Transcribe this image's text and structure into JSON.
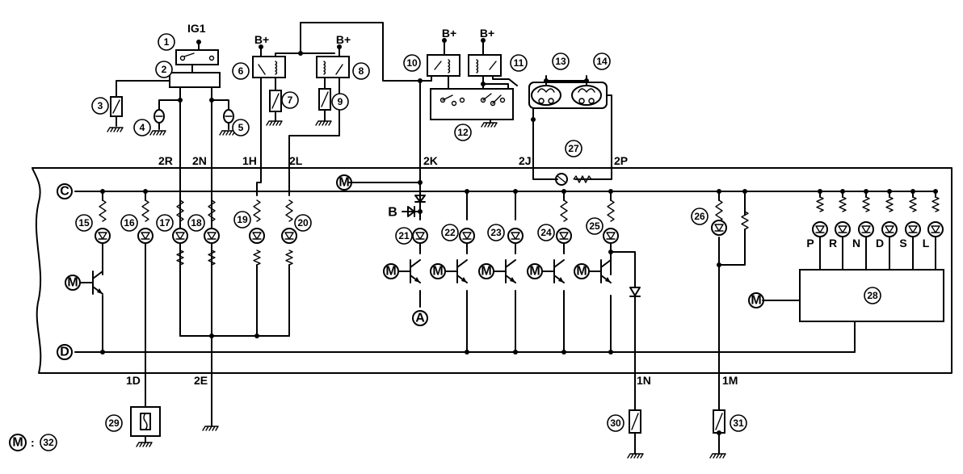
{
  "labels": {
    "ig1": "IG1",
    "bplus": "B+",
    "b": "B",
    "m": "M",
    "c": "C",
    "d": "D",
    "a": "A",
    "colon": ":",
    "legend_num": "32"
  },
  "wires": {
    "w2R": "2R",
    "w2N": "2N",
    "w1H": "1H",
    "w2L": "2L",
    "w2K": "2K",
    "w2J": "2J",
    "w2P": "2P",
    "w1D": "1D",
    "w2E": "2E",
    "w1N": "1N",
    "w1M": "1M"
  },
  "gear_labels": [
    "P",
    "R",
    "N",
    "D",
    "S",
    "L"
  ],
  "components": [
    "1",
    "2",
    "3",
    "4",
    "5",
    "6",
    "7",
    "8",
    "9",
    "10",
    "11",
    "12",
    "13",
    "14",
    "15",
    "16",
    "17",
    "18",
    "19",
    "20",
    "21",
    "22",
    "23",
    "24",
    "25",
    "26",
    "27",
    "28",
    "29",
    "30",
    "31"
  ]
}
